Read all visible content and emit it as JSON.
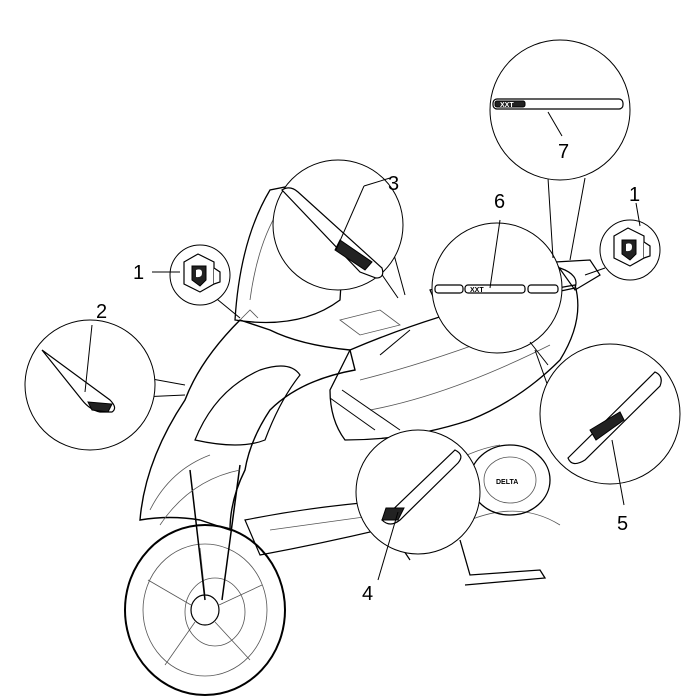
{
  "diagram": {
    "callouts": [
      {
        "id": "1a",
        "label": "1"
      },
      {
        "id": "1b",
        "label": "1"
      },
      {
        "id": "2",
        "label": "2"
      },
      {
        "id": "3",
        "label": "3"
      },
      {
        "id": "4",
        "label": "4"
      },
      {
        "id": "5",
        "label": "5"
      },
      {
        "id": "6",
        "label": "6"
      },
      {
        "id": "7",
        "label": "7"
      }
    ],
    "decal_text": {
      "brand_short": "XXT",
      "engine_badge": "DELTA"
    }
  },
  "colors": {
    "line": "#000000",
    "background": "#ffffff",
    "decal_dark": "#222222"
  }
}
